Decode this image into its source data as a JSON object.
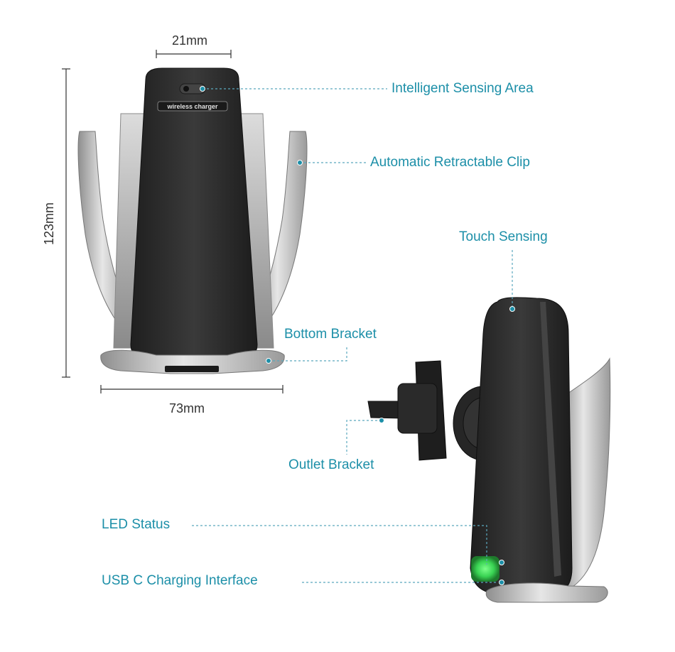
{
  "colors": {
    "label": "#1c8fa8",
    "leader": "#5aa8bd",
    "dimension": "#333333",
    "body": "#2b2b2b",
    "clip": "#b8b8b8",
    "led": "#39d353"
  },
  "dimensions": {
    "top_width": "21mm",
    "height": "123mm",
    "bottom_width": "73mm"
  },
  "callouts": {
    "intelligent_sensing_area": "Intelligent Sensing Area",
    "automatic_retractable_clip": "Automatic Retractable Clip",
    "touch_sensing": "Touch Sensing",
    "bottom_bracket": "Bottom Bracket",
    "outlet_bracket": "Outlet Bracket",
    "led_status": "LED Status",
    "usb_c_charging_interface": "USB C Charging Interface"
  },
  "product": {
    "badge_text": "wireless charger"
  }
}
